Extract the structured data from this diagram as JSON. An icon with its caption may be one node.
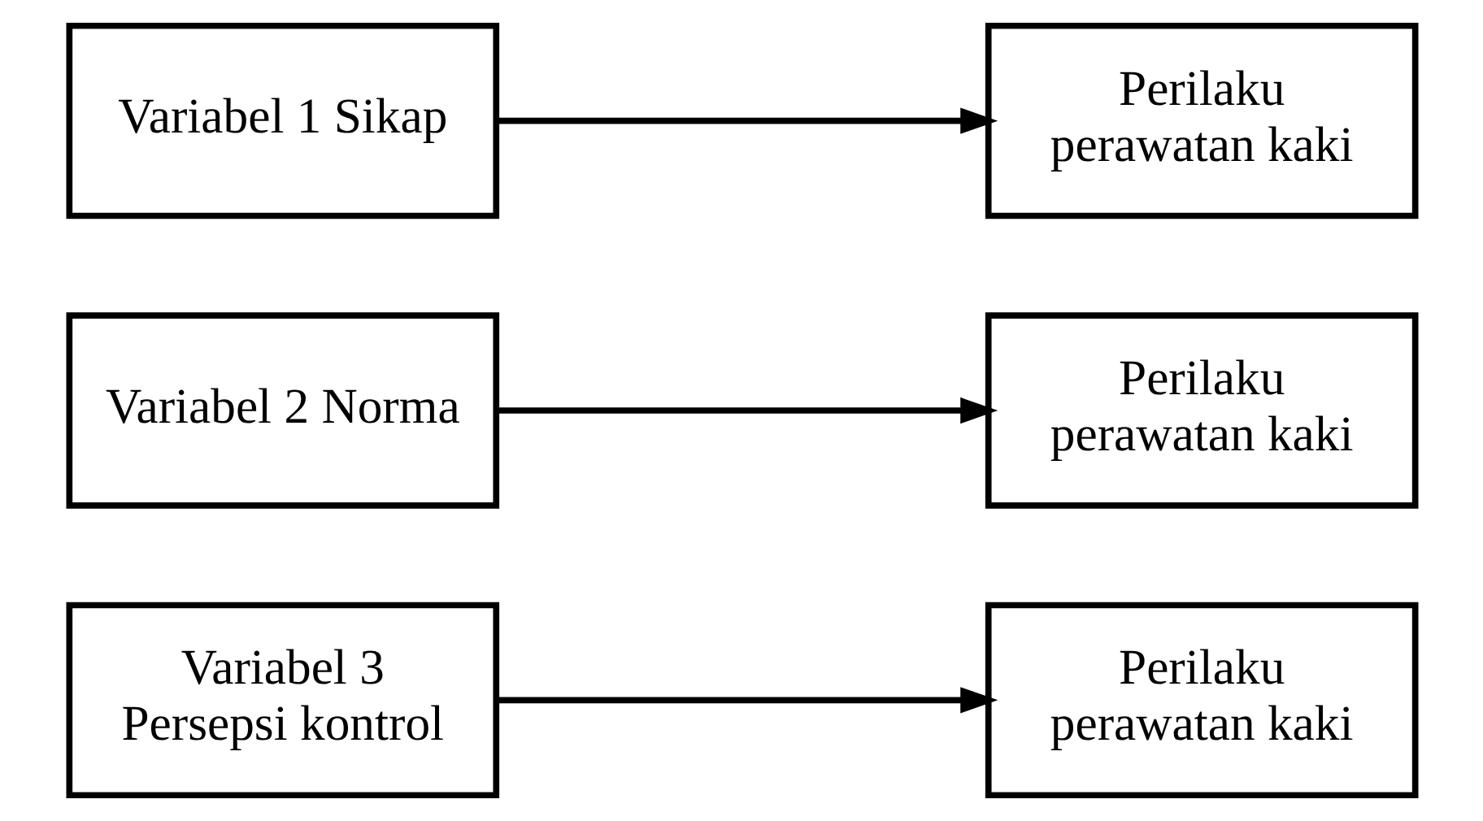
{
  "diagram": {
    "nodes": [
      {
        "text": [
          "Variabel 1 Sikap"
        ]
      },
      {
        "text": [
          "Perilaku perawatan kaki"
        ]
      },
      {
        "text": [
          "Variabel 2 Norma"
        ]
      },
      {
        "text": [
          "Perilaku perawatan kaki"
        ]
      },
      {
        "text": [
          "Variabel 3 Persepsi kontrol"
        ]
      },
      {
        "text": [
          "Perilaku perawatan kaki"
        ]
      }
    ],
    "edges": [
      {
        "from": 0,
        "to": 1,
        "arrow": "to"
      },
      {
        "from": 2,
        "to": 3,
        "arrow": "to"
      },
      {
        "from": 4,
        "to": 5,
        "arrow": "to"
      }
    ]
  }
}
